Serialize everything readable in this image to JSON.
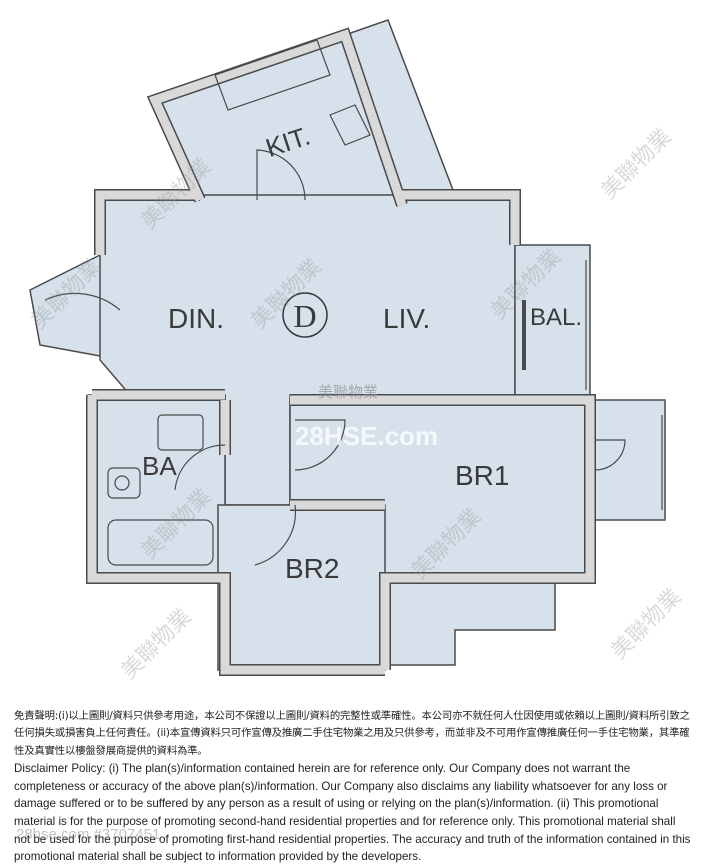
{
  "floor_plan": {
    "rooms": {
      "kitchen": "KIT.",
      "dining": "DIN.",
      "living": "LIV.",
      "balcony": "BAL.",
      "bathroom": "BA",
      "bedroom1": "BR1",
      "bedroom2": "BR2"
    },
    "unit_label": "D",
    "colors": {
      "floor": "#d6e1eb",
      "wall": "#d9d9d9",
      "outline": "#4a4a4a"
    }
  },
  "watermarks": {
    "agency": "美聯物業",
    "site": "28HSE.com",
    "listing_id": "28hse.com #3707451"
  },
  "disclaimer": {
    "chinese": "免責聲明:(i)以上圖則/資料只供參考用途，本公司不保證以上圖則/資料的完整性或準確性。本公司亦不就任何人仕因使用或依賴以上圖則/資料所引致之任何損失或損害負上任何責任。(ii)本宣傳資料只可作宣傳及推廣二手住宅物業之用及只供參考，而並非及不可用作宣傳推廣任何一手住宅物業，其準確性及真實性以樓盤發展商提供的資料為準。",
    "english": "Disclaimer Policy: (i) The plan(s)/information contained herein are for reference only. Our Company does not warrant the completeness or accuracy of the above plan(s)/information. Our Company also disclaims any liability whatsoever for any loss or damage suffered or to be suffered by any person as a result of using or relying on the plan(s)/information. (ii) This promotional material is for the purpose of promoting second-hand residential properties and for reference only. This promotional material shall not be used for the purpose of promoting first-hand residential properties. The accuracy and truth of the information contained in this promotional material shall be subject to information provided by the developers."
  }
}
